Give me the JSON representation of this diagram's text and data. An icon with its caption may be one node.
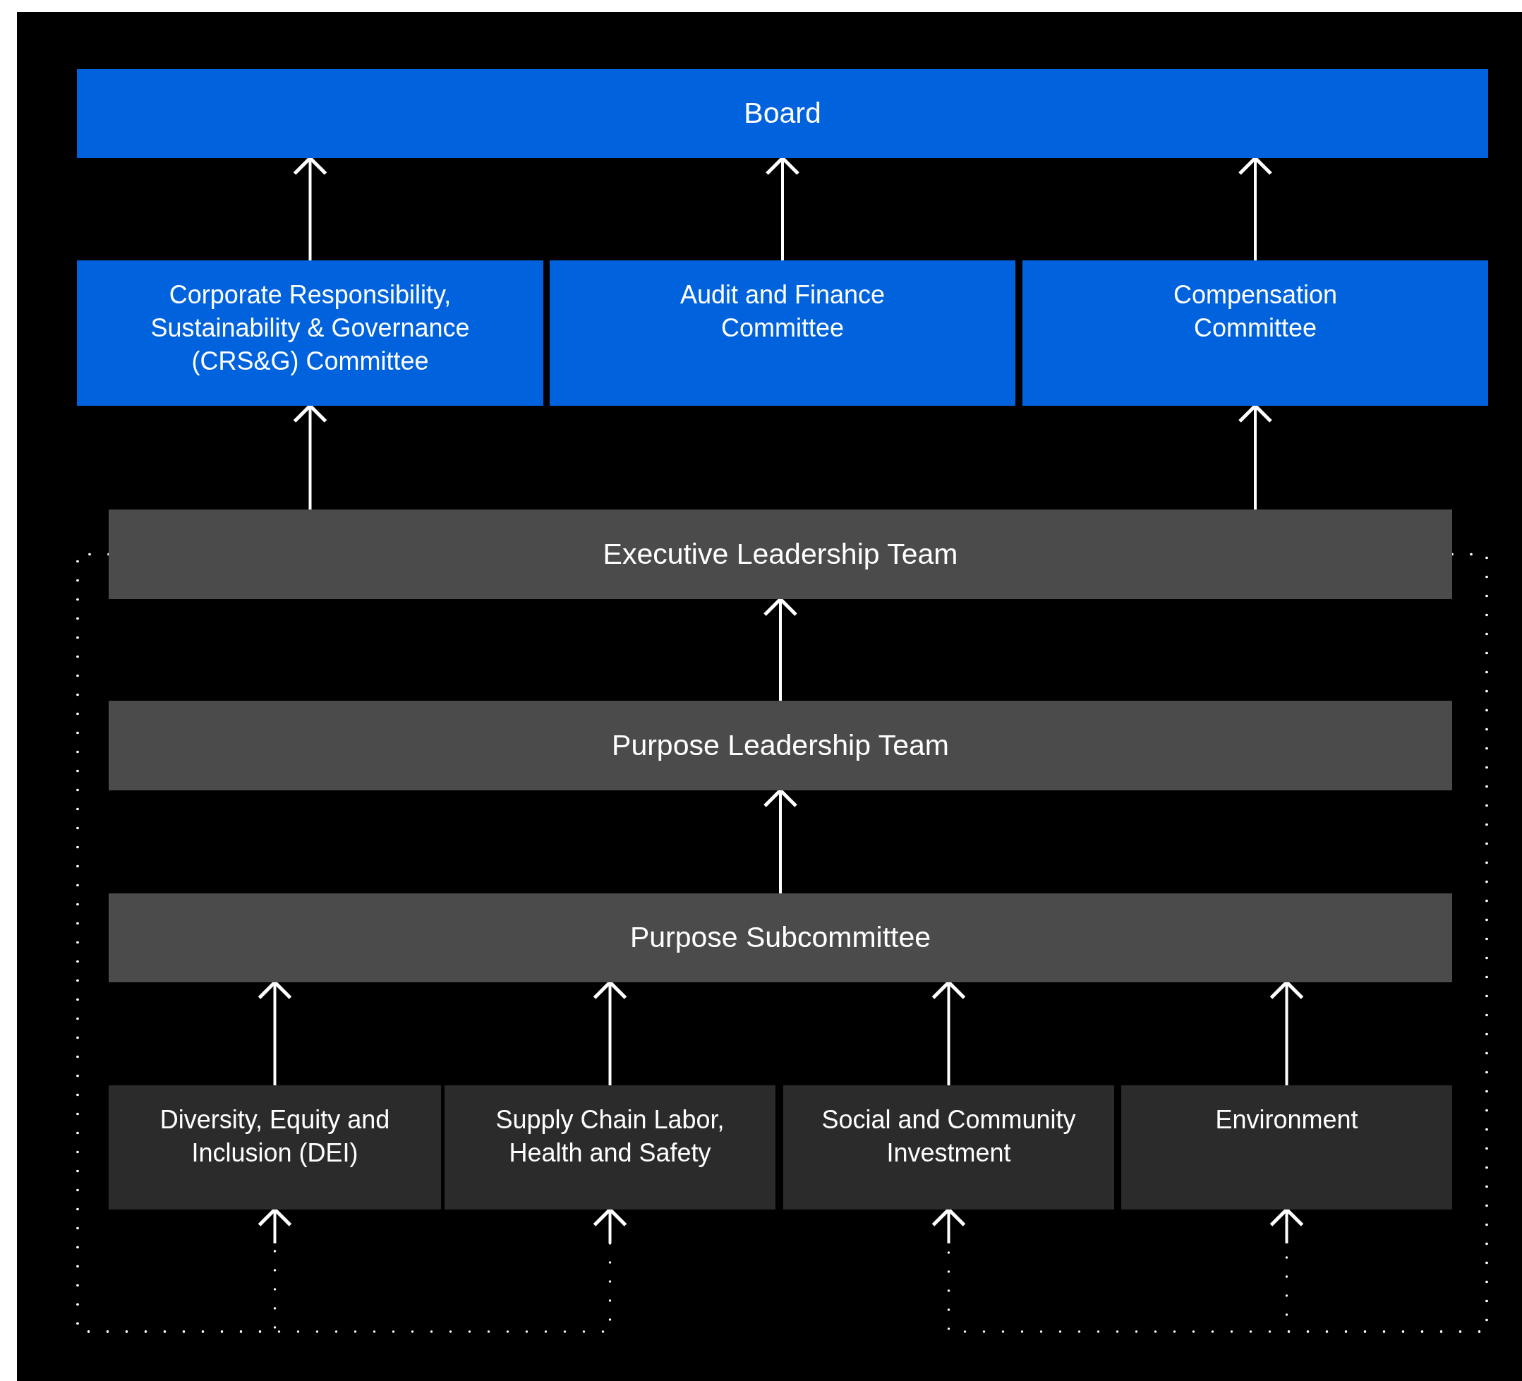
{
  "diagram": {
    "nodes": [
      {
        "text": [
          "Board"
        ]
      },
      {
        "text": [
          "Corporate Responsibility, Sustainability & Governance (CRS&G) Committee"
        ]
      },
      {
        "text": [
          "Audit and Finance Committee"
        ]
      },
      {
        "text": [
          "Compensation Committee"
        ]
      },
      {
        "text": [
          "Executive Leadership Team"
        ]
      },
      {
        "text": [
          "Purpose Leadership Team"
        ]
      },
      {
        "text": [
          "Purpose Subcommittee"
        ]
      },
      {
        "text": [
          "Diversity, Equity and Inclusion (DEI)"
        ]
      },
      {
        "text": [
          "Supply Chain Labor, Health and Safety"
        ]
      },
      {
        "text": [
          "Social and Community Investment"
        ]
      },
      {
        "text": [
          "Environment"
        ]
      }
    ],
    "edges": [
      {
        "from": 1,
        "to": 0,
        "arrow": "to"
      },
      {
        "from": 2,
        "to": 0,
        "arrow": "to"
      },
      {
        "from": 3,
        "to": 0,
        "arrow": "to"
      },
      {
        "from": 4,
        "to": 1,
        "arrow": "to"
      },
      {
        "from": 4,
        "to": 3,
        "arrow": "to"
      },
      {
        "from": 5,
        "to": 4,
        "arrow": "to"
      },
      {
        "from": 6,
        "to": 5,
        "arrow": "to"
      },
      {
        "from": 7,
        "to": 6,
        "arrow": "to"
      },
      {
        "from": 8,
        "to": 6,
        "arrow": "to"
      },
      {
        "from": 9,
        "to": 6,
        "arrow": "to"
      },
      {
        "from": 10,
        "to": 6,
        "arrow": "to"
      },
      {
        "from": 4,
        "to": 7,
        "arrow": "to",
        "style": "dashed"
      },
      {
        "from": 4,
        "to": 8,
        "arrow": "to",
        "style": "dashed"
      },
      {
        "from": 4,
        "to": 9,
        "arrow": "to",
        "style": "dashed"
      },
      {
        "from": 4,
        "to": 10,
        "arrow": "to",
        "style": "dashed"
      }
    ]
  }
}
